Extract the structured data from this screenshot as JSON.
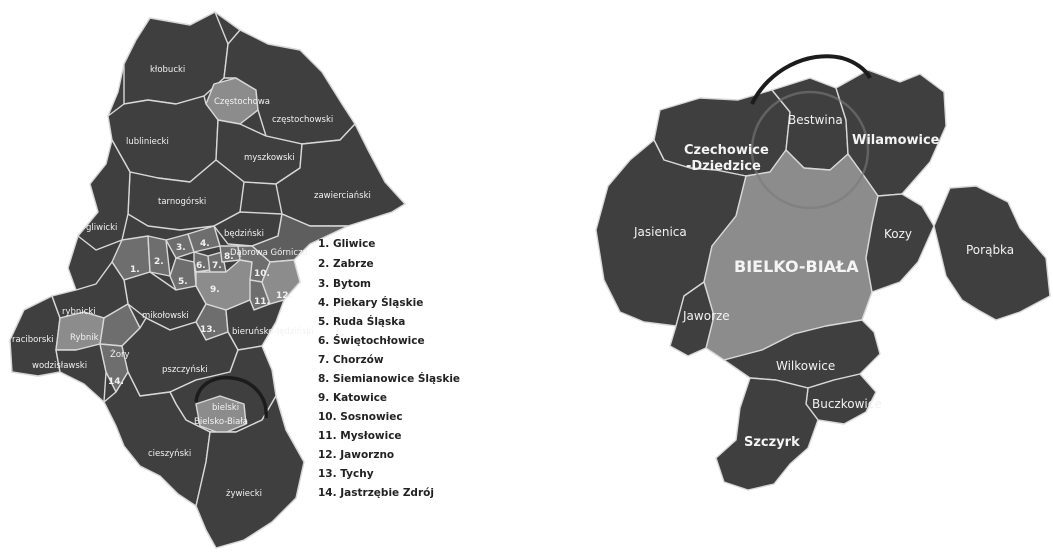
{
  "left_map": {
    "counties": [
      {
        "id": "klobucki",
        "label": "kłobucki"
      },
      {
        "id": "czestochowa",
        "label": "Częstochowa"
      },
      {
        "id": "czestochowski",
        "label": "częstochowski"
      },
      {
        "id": "lubliniecki",
        "label": "lubliniecki"
      },
      {
        "id": "myszkowski",
        "label": "myszkowski"
      },
      {
        "id": "zawiercianski",
        "label": "zawierciański"
      },
      {
        "id": "tarnogorski",
        "label": "tarnogórski"
      },
      {
        "id": "gliwicki",
        "label": "gliwicki"
      },
      {
        "id": "bedzinski",
        "label": "będziński"
      },
      {
        "id": "dabrowa",
        "label": "Dąbrowa Górnicza"
      },
      {
        "id": "mikolowski",
        "label": "mikołowski"
      },
      {
        "id": "raciborski",
        "label": "raciborski"
      },
      {
        "id": "rybnicki",
        "label": "rybnicki"
      },
      {
        "id": "rybnik",
        "label": "Rybnik"
      },
      {
        "id": "zory",
        "label": "Żory"
      },
      {
        "id": "wodzislawski",
        "label": "wodzisławski"
      },
      {
        "id": "bierunsko",
        "label": "bieruńsko-lędziński"
      },
      {
        "id": "pszczynski",
        "label": "pszczyński"
      },
      {
        "id": "bielski",
        "label": "bielski"
      },
      {
        "id": "bielsko",
        "label": "Bielsko-Biała"
      },
      {
        "id": "cieszynski",
        "label": "cieszyński"
      },
      {
        "id": "zywiecki",
        "label": "żywiecki"
      }
    ],
    "city_numbers": [
      "1.",
      "2.",
      "3.",
      "4.",
      "5.",
      "6.",
      "7.",
      "8.",
      "9.",
      "10.",
      "11.",
      "12.",
      "13.",
      "14."
    ],
    "legend": [
      "1. Gliwice",
      "2. Zabrze",
      "3. Bytom",
      "4. Piekary Śląskie",
      "5. Ruda Śląska",
      "6. Świętochłowice",
      "7. Chorzów",
      "8. Siemianowice Śląskie",
      "9. Katowice",
      "10. Sosnowiec",
      "11. Mysłowice",
      "12. Jaworzno",
      "13. Tychy",
      "14. Jastrzębie Zdrój"
    ]
  },
  "right_map": {
    "regions": [
      {
        "id": "czechowice",
        "label_line1": "Czechowice",
        "label_line2": "-Dziedzice"
      },
      {
        "id": "bestwina",
        "label": "Bestwina"
      },
      {
        "id": "wilamowice",
        "label": "Wilamowice"
      },
      {
        "id": "jasienica",
        "label": "Jasienica"
      },
      {
        "id": "bielsko",
        "label": "BIELKO-BIAŁA"
      },
      {
        "id": "kozy",
        "label": "Kozy"
      },
      {
        "id": "porabka",
        "label": "Porąbka"
      },
      {
        "id": "jaworze",
        "label": "Jaworze"
      },
      {
        "id": "wilkowice",
        "label": "Wilkowice"
      },
      {
        "id": "buczkowice",
        "label": "Buczkowice"
      },
      {
        "id": "szczyrk",
        "label": "Szczyrk"
      }
    ]
  },
  "colors": {
    "region_dark": "#3f3f3f",
    "region_light": "#8c8c8c",
    "border": "#d8d8d8",
    "background": "#ffffff"
  }
}
